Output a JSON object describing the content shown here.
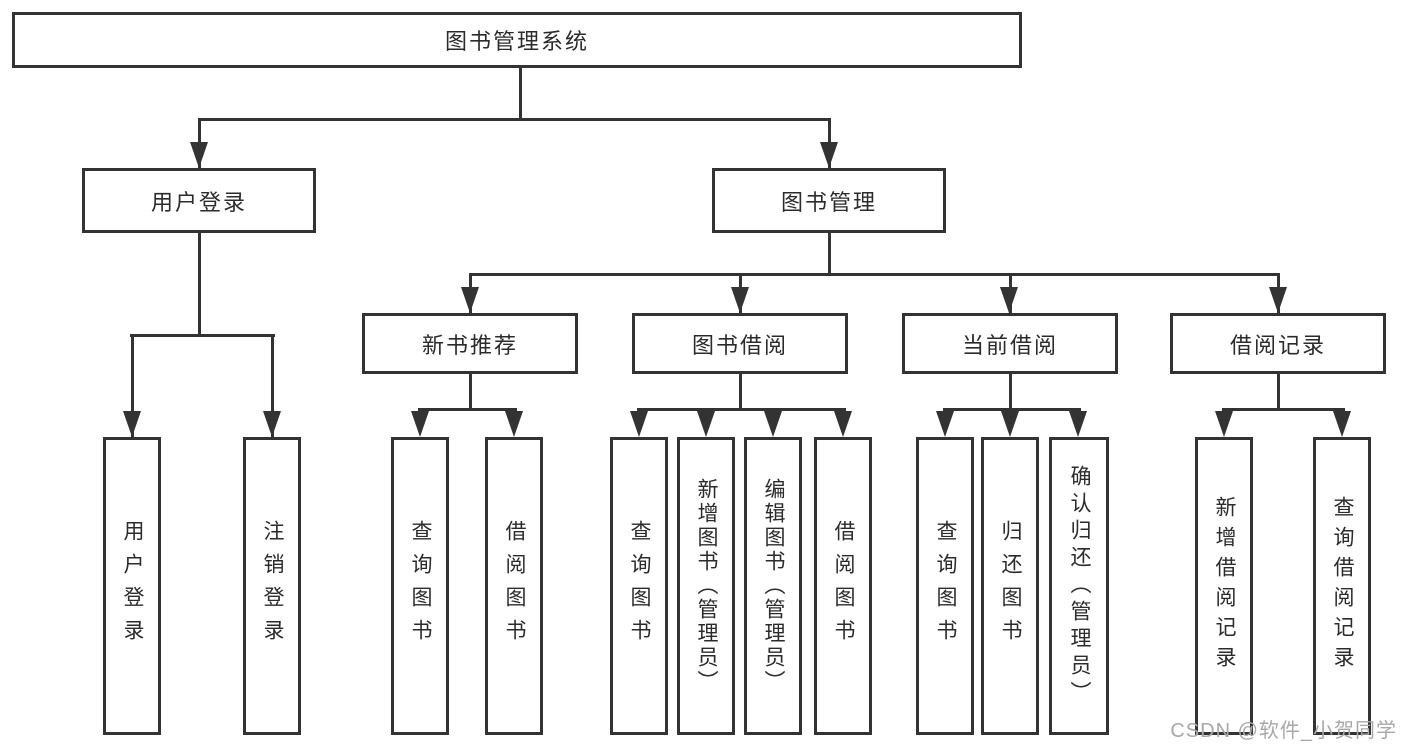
{
  "diagram_type": "tree",
  "colors": {
    "line": "#333333",
    "text": "#2b2b2b",
    "background": "#ffffff",
    "watermark": "#a8a8a8"
  },
  "tree": {
    "label": "图书管理系统",
    "children": [
      {
        "label": "用户登录",
        "children": [
          {
            "label": "用户登录"
          },
          {
            "label": "注销登录"
          }
        ]
      },
      {
        "label": "图书管理",
        "children": [
          {
            "label": "新书推荐",
            "children": [
              {
                "label": "查询图书"
              },
              {
                "label": "借阅图书"
              }
            ]
          },
          {
            "label": "图书借阅",
            "children": [
              {
                "label": "查询图书"
              },
              {
                "label": "新增图书（管理员）"
              },
              {
                "label": "编辑图书（管理员）"
              },
              {
                "label": "借阅图书"
              }
            ]
          },
          {
            "label": "当前借阅",
            "children": [
              {
                "label": "查询图书"
              },
              {
                "label": "归还图书"
              },
              {
                "label": "确认归还（管理员）"
              }
            ]
          },
          {
            "label": "借阅记录",
            "children": [
              {
                "label": "新增借阅记录"
              },
              {
                "label": "查询借阅记录"
              }
            ]
          }
        ]
      }
    ]
  },
  "watermark": {
    "text": "CSDN @软件_小贺同学"
  }
}
